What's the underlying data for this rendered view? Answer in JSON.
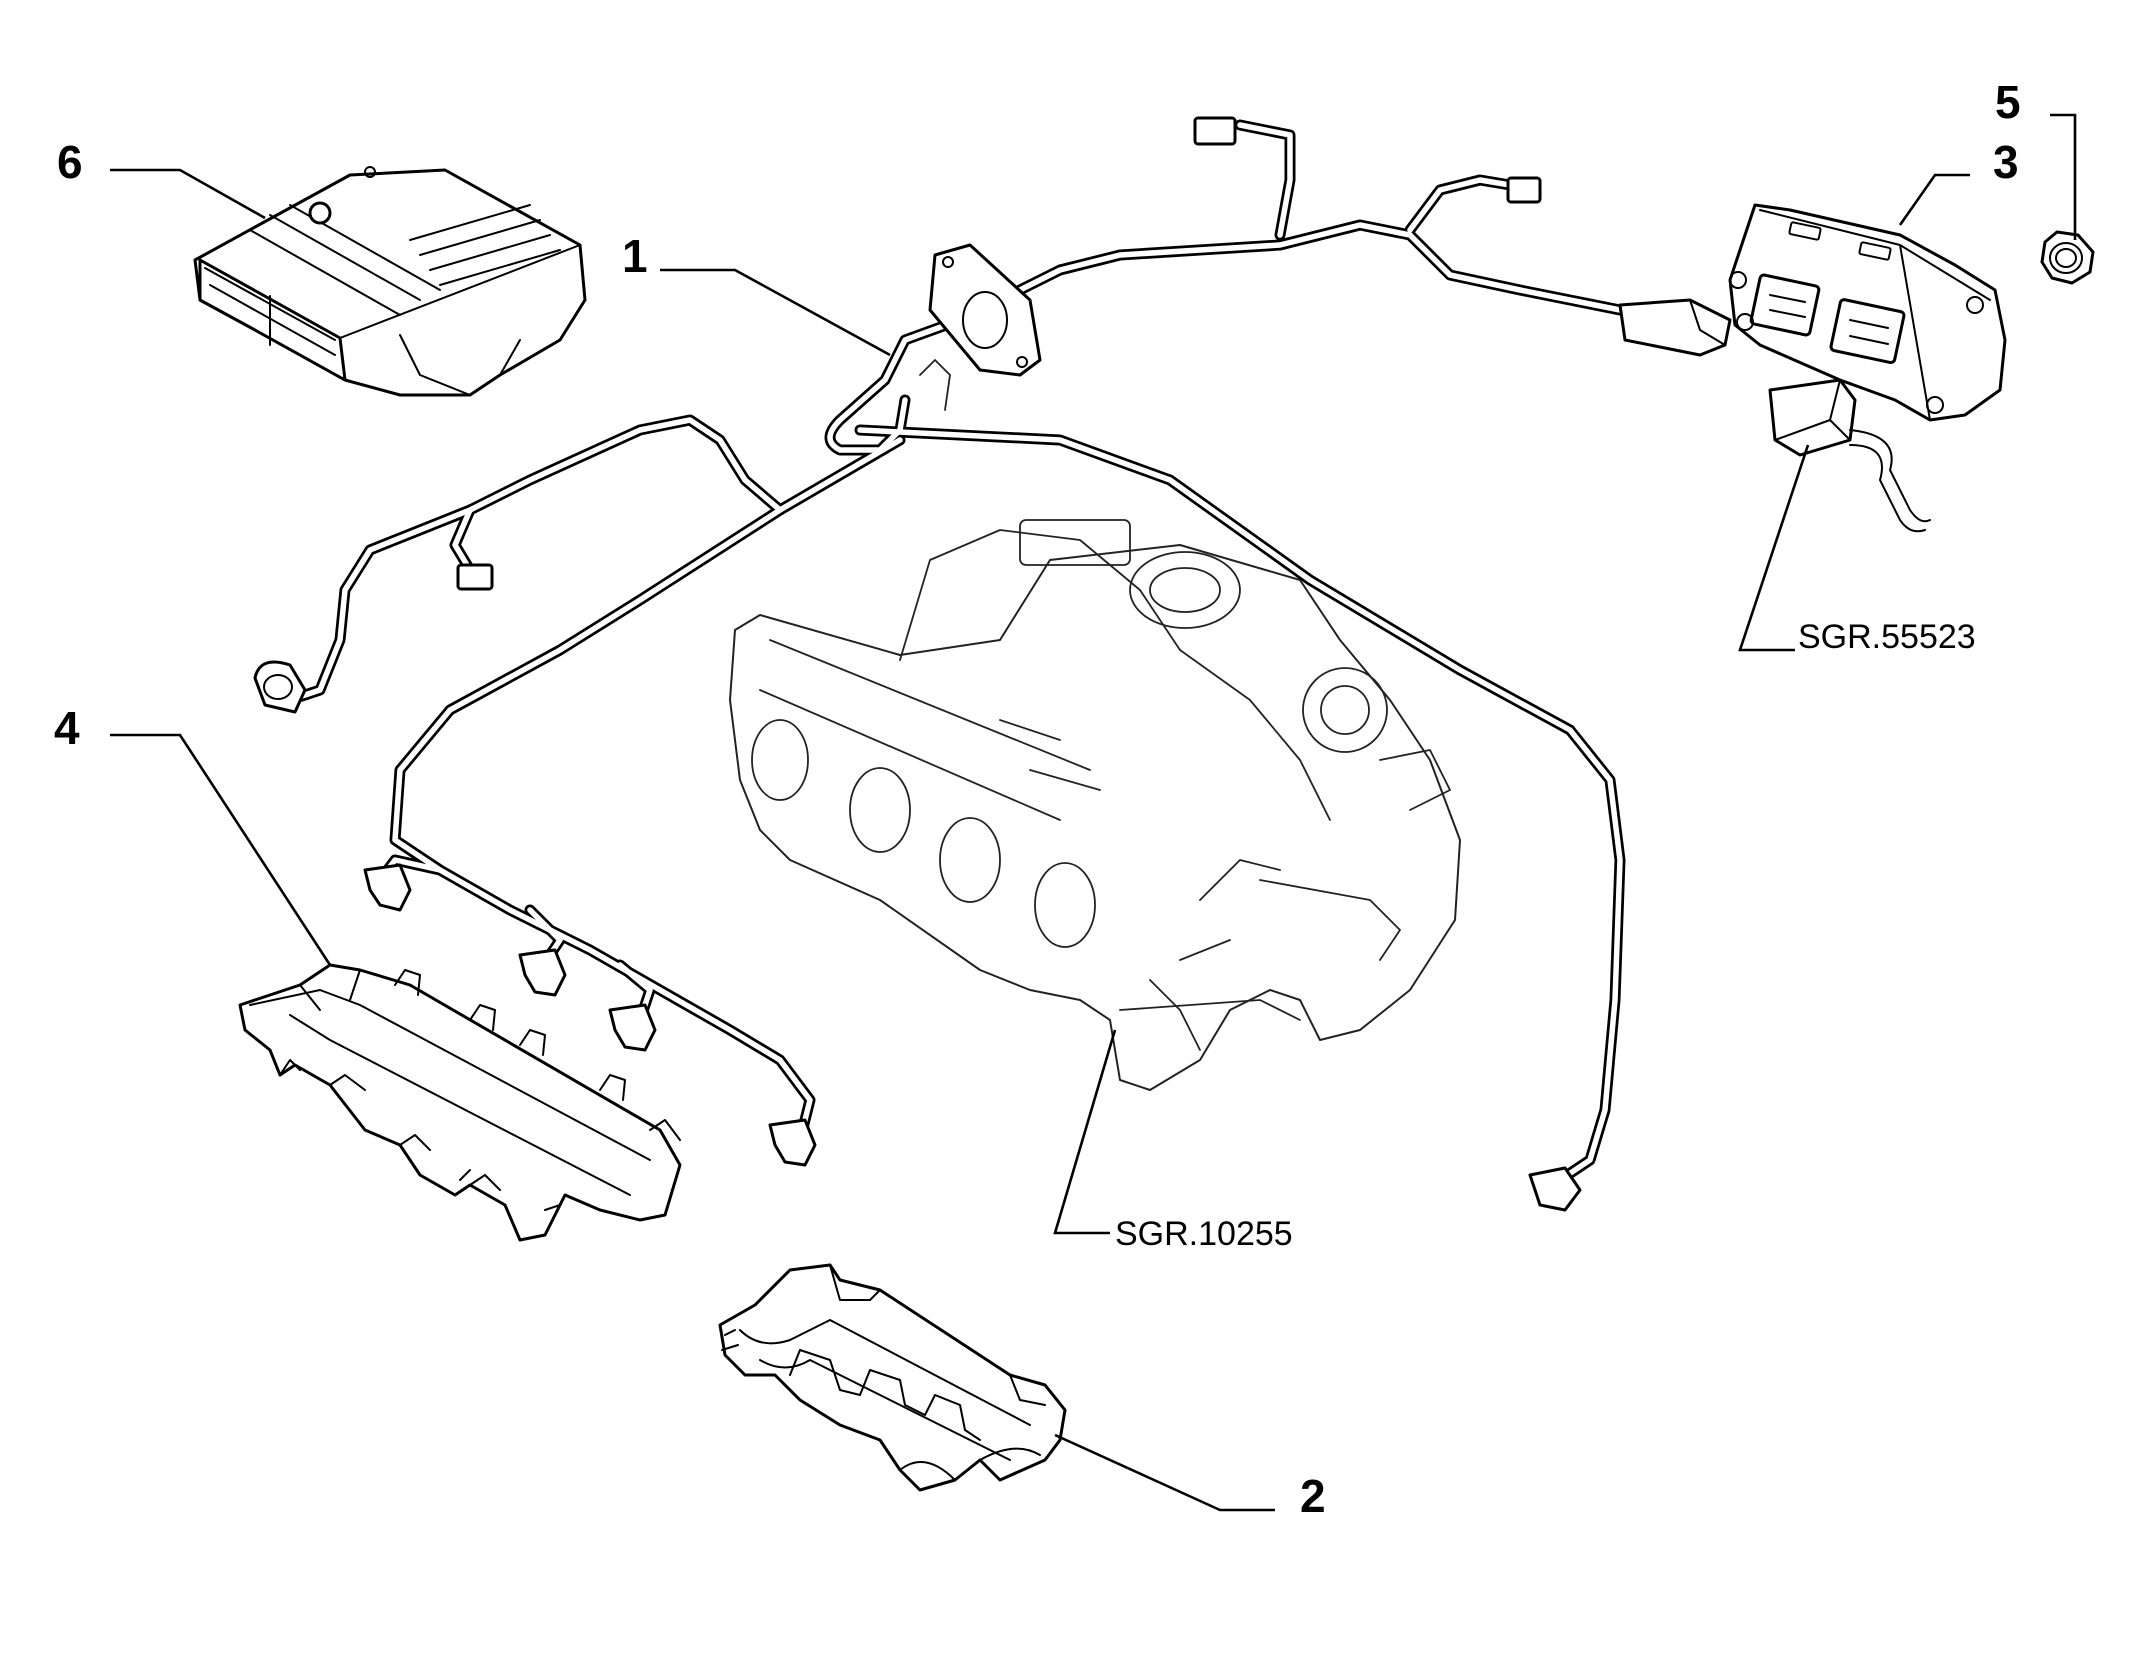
{
  "callouts": {
    "c1": "1",
    "c2": "2",
    "c3": "3",
    "c4": "4",
    "c5": "5",
    "c6": "6"
  },
  "references": {
    "manifold": "SGR.10255",
    "sensor": "SGR.55523"
  },
  "parts": {
    "p1": "wiring-harness",
    "p2": "harness-cover-channel",
    "p3": "control-relay-unit",
    "p4": "harness-support-bracket",
    "p5": "nut",
    "p6": "engine-control-unit"
  }
}
